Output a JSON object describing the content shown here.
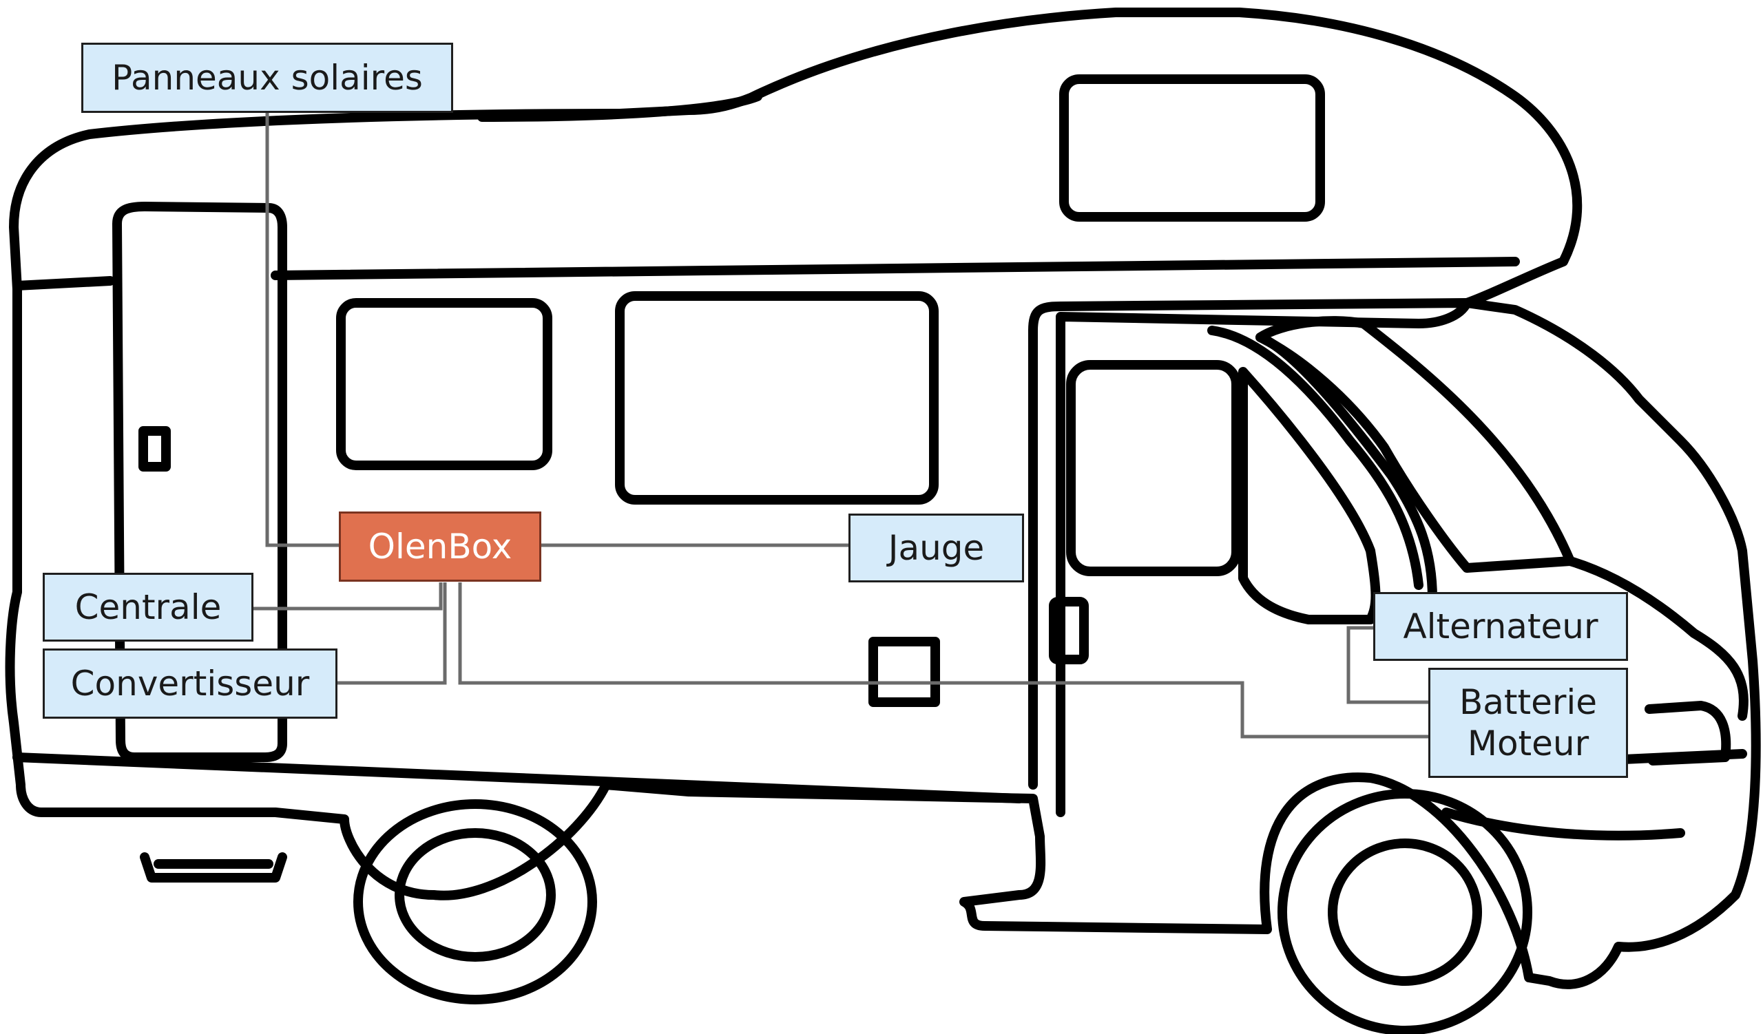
{
  "diagram": {
    "title": "",
    "colors": {
      "outline": "#000000",
      "connector": "#6b6b6b",
      "label_fill": "#d6ebfa",
      "hub_fill": "#e0714f",
      "hub_text": "#ffffff"
    },
    "hub": {
      "id": "olenbox",
      "label": "OlenBox"
    },
    "components": [
      {
        "id": "panneaux",
        "label": "Panneaux solaires"
      },
      {
        "id": "jauge",
        "label": "Jauge"
      },
      {
        "id": "centrale",
        "label": "Centrale"
      },
      {
        "id": "convertisseur",
        "label": "Convertisseur"
      },
      {
        "id": "alternateur",
        "label": "Alternateur"
      },
      {
        "id": "batterie",
        "label": "Batterie\nMoteur"
      }
    ],
    "connections": [
      {
        "from": "olenbox",
        "to": "panneaux"
      },
      {
        "from": "olenbox",
        "to": "jauge"
      },
      {
        "from": "olenbox",
        "to": "centrale"
      },
      {
        "from": "olenbox",
        "to": "convertisseur"
      },
      {
        "from": "olenbox",
        "to": "batterie"
      },
      {
        "from": "alternateur",
        "to": "batterie"
      }
    ]
  }
}
